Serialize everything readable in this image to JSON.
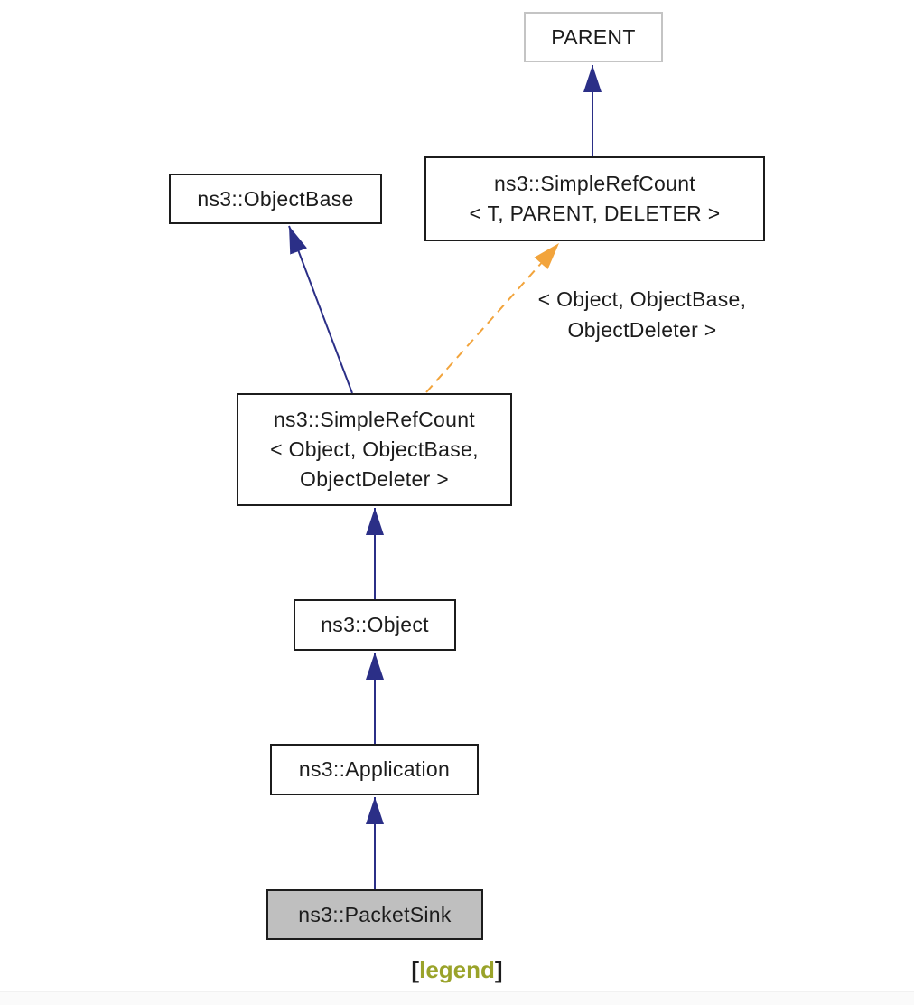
{
  "colors": {
    "inheritance_arrow": "#2b2f87",
    "template_arrow": "#f2a43c",
    "box_border": "#1c1c1c",
    "parent_box_border": "#c4c4c4",
    "current_box_fill": "#bfbfbf",
    "text": "#1c1c1c",
    "legend_link": "#9aa32a"
  },
  "nodes": {
    "parent": {
      "label": "PARENT"
    },
    "simplerefcount_t": {
      "line1": "ns3::SimpleRefCount",
      "line2": "< T, PARENT, DELETER >"
    },
    "objectbase": {
      "label": "ns3::ObjectBase"
    },
    "simplerefcount_object": {
      "line1": "ns3::SimpleRefCount",
      "line2": "< Object, ObjectBase,",
      "line3": "ObjectDeleter >"
    },
    "object": {
      "label": "ns3::Object"
    },
    "application": {
      "label": "ns3::Application"
    },
    "packetsink": {
      "label": "ns3::PacketSink"
    }
  },
  "edge_labels": {
    "template_instantiation": {
      "line1": "< Object, ObjectBase,",
      "line2": "ObjectDeleter >"
    }
  },
  "legend": {
    "open": "[",
    "label": "legend",
    "close": "]"
  }
}
